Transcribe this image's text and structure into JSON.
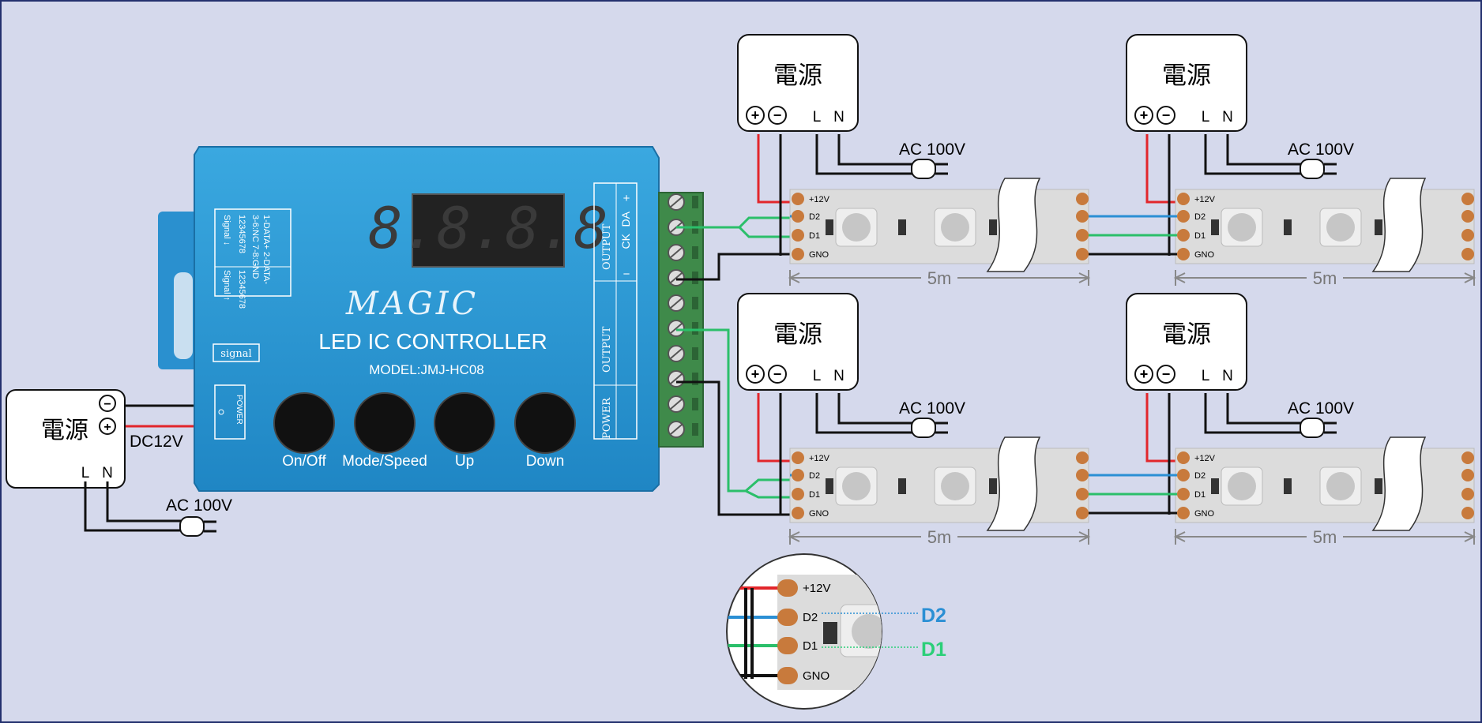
{
  "power_supply": {
    "title": "電源",
    "plus": "+",
    "minus": "−",
    "l": "L",
    "n": "N",
    "ac": "AC 100V"
  },
  "controller_psu": {
    "title": "電源",
    "dc": "DC12V",
    "ac": "AC 100V",
    "l": "L",
    "n": "N"
  },
  "controller": {
    "brand": "MAGIC",
    "name": "LED IC CONTROLLER",
    "model": "MODEL:JMJ-HC08",
    "display": "8.8.8.8",
    "signal": "signal",
    "power_tag": "POWER",
    "pin_line1": "1-DATA+ 2-DATA-",
    "pin_line2": "3-6:NC  7-8:GND",
    "pins_a": "12345678",
    "pins_b": "12345678",
    "signal_down": "Signal ↓",
    "signal_up": "Signal ↑",
    "buttons": [
      "On/Off",
      "Mode/Speed",
      "Up",
      "Down"
    ],
    "term_output": "OUTPUT",
    "term_power": "POWER",
    "term_pins": [
      "+",
      "DA",
      "CK",
      "−"
    ]
  },
  "strip": {
    "pads": [
      "+12V",
      "D2",
      "D1",
      "GNO"
    ],
    "length": "5m"
  },
  "detail": {
    "pads": [
      "+12V",
      "D2",
      "D1",
      "GNO"
    ],
    "d2": "D2",
    "d1": "D1"
  },
  "colors": {
    "background": "#d5d9ec",
    "controller": "#2a96d3",
    "wire_red": "#e2262b",
    "wire_blue": "#2b8fd4",
    "wire_green": "#2bbf6a",
    "pad": "#c87a3c",
    "strip": "#dcdcdc",
    "d2_label": "#2b8fd4",
    "d1_label": "#2bcf78"
  }
}
